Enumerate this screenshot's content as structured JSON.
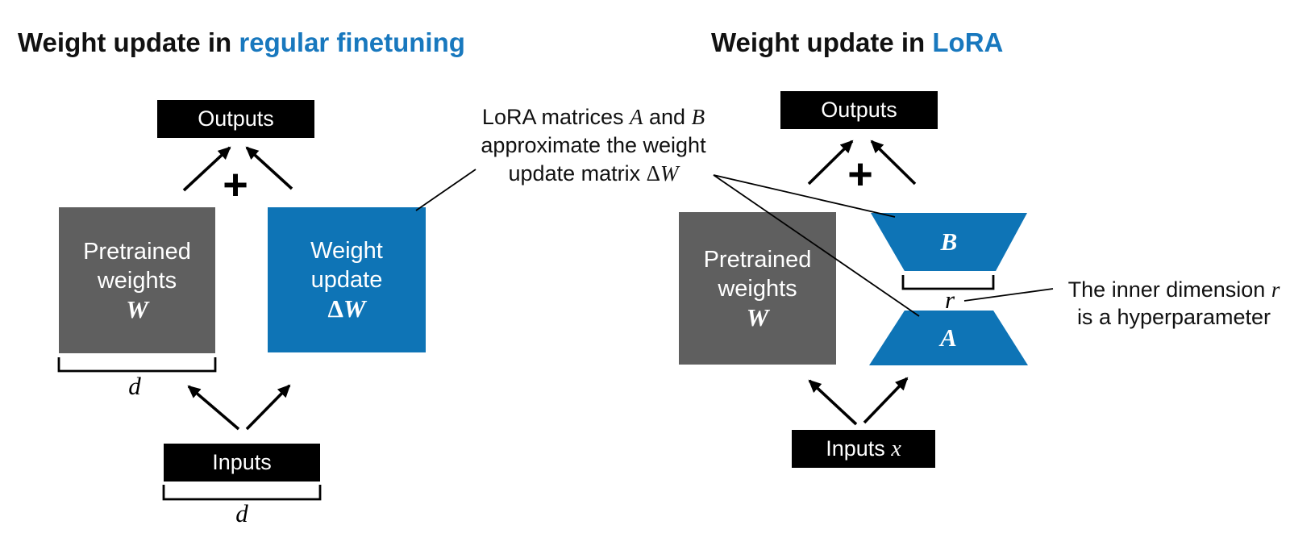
{
  "titles": {
    "left_prefix": "Weight update in ",
    "left_highlight": "regular finetuning",
    "right_prefix": "Weight update in ",
    "right_highlight": "LoRA"
  },
  "left_diagram": {
    "outputs_label": "Outputs",
    "plus_sign": "+",
    "pretrained_line1": "Pretrained",
    "pretrained_line2": "weights",
    "pretrained_math": "W",
    "update_line1": "Weight",
    "update_line2": "update",
    "update_math_delta": "Δ",
    "update_math_w": "W",
    "weights_dim_label": "d",
    "inputs_label": "Inputs",
    "inputs_dim_label": "d"
  },
  "right_diagram": {
    "outputs_label": "Outputs",
    "plus_sign": "+",
    "pretrained_line1": "Pretrained",
    "pretrained_line2": "weights",
    "pretrained_math": "W",
    "matrix_b_label": "B",
    "matrix_a_label": "A",
    "rank_label": "r",
    "inputs_label": "Inputs ",
    "inputs_math": "x"
  },
  "annotations": {
    "lora_line1_prefix": "LoRA matrices ",
    "lora_line1_a": "A",
    "lora_line1_and": " and ",
    "lora_line1_b": "B",
    "lora_line2": "approximate the weight",
    "lora_line3_prefix": "update matrix ",
    "lora_line3_delta": "Δ",
    "lora_line3_w": "W",
    "inner_dim_line1_prefix": "The inner dimension ",
    "inner_dim_line1_math": "r",
    "inner_dim_line2": "is a hyperparameter"
  },
  "colors": {
    "accent_blue": "#0e74b6",
    "title_blue": "#1878be",
    "box_gray": "#5f5f5f",
    "box_black": "#000000"
  }
}
